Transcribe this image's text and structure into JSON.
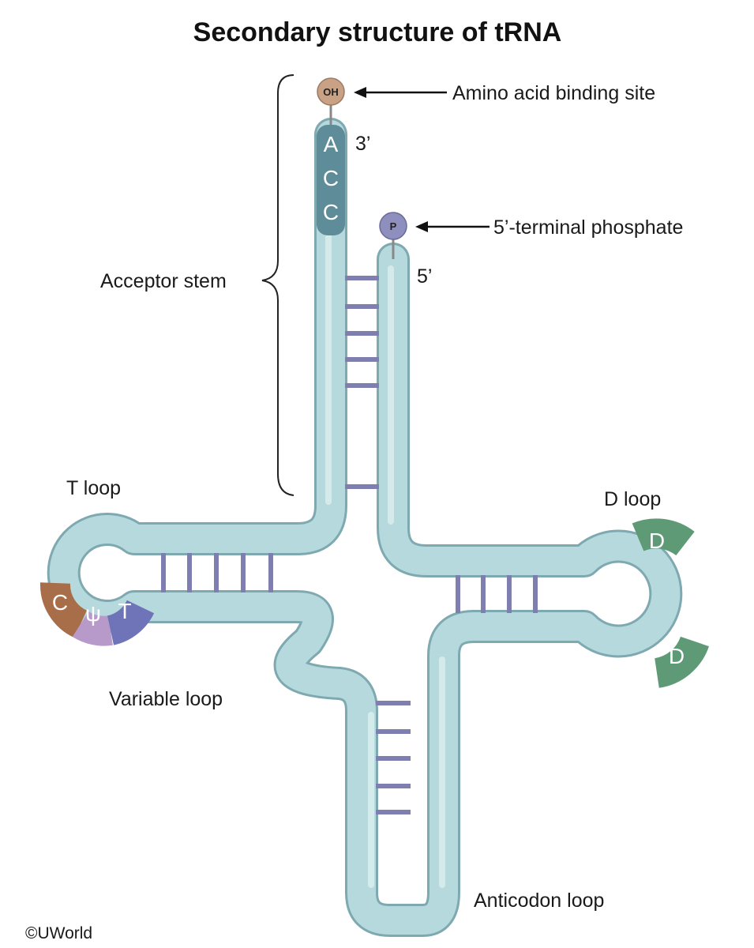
{
  "title": "Secondary structure of tRNA",
  "labels": {
    "amino_acid_site": "Amino acid binding site",
    "terminal_phosphate": "5’-terminal phosphate",
    "acceptor_stem": "Acceptor stem",
    "three_prime": "3’",
    "five_prime": "5’",
    "t_loop": "T loop",
    "d_loop": "D loop",
    "variable_loop": "Variable loop",
    "anticodon_loop": "Anticodon loop"
  },
  "caps": {
    "oh": "OH",
    "p": "P"
  },
  "acceptor_bases": [
    "A",
    "C",
    "C"
  ],
  "t_loop_bases": [
    "C",
    "ψ",
    "T"
  ],
  "d_loop_bases": [
    "D",
    "D"
  ],
  "copyright": "©UWorld",
  "colors": {
    "strand": "#a9cfd4",
    "strand_edge": "#7fa9b0",
    "acceptor_tip": "#5f8c99",
    "base_pair": "#7e7fb0",
    "oh_cap": "#c9a184",
    "p_cap": "#8f8fbf",
    "base_c": "#a86e4a",
    "base_psi": "#b79ac9",
    "base_t": "#6f74b8",
    "base_d": "#5e9a76"
  }
}
